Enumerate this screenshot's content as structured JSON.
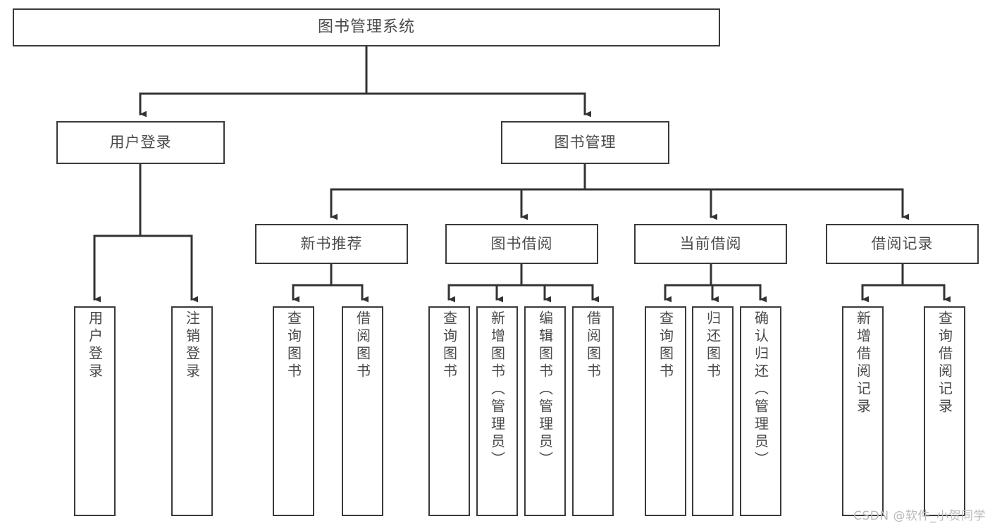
{
  "diagram": {
    "title": "图书管理系统",
    "type": "tree-hierarchy-chart",
    "watermark": "CSDN @软件_小贺同学",
    "colors": {
      "background": "#ffffff",
      "box_border": "#3a3a3a",
      "box_fill": "#ffffff",
      "text": "#4a4a4a",
      "connector": "#333333",
      "watermark": "#b9b9b9"
    },
    "root": {
      "label": "图书管理系统"
    },
    "level2": [
      {
        "label": "用户登录"
      },
      {
        "label": "图书管理"
      }
    ],
    "level3": [
      {
        "label": "新书推荐"
      },
      {
        "label": "图书借阅"
      },
      {
        "label": "当前借阅"
      },
      {
        "label": "借阅记录"
      }
    ],
    "leaves": {
      "user_login": [
        {
          "label": "用户登录"
        },
        {
          "label": "注销登录"
        }
      ],
      "new_book_recommend": [
        {
          "label": "查询图书"
        },
        {
          "label": "借阅图书"
        }
      ],
      "book_borrow": [
        {
          "label": "查询图书"
        },
        {
          "label": "新增图书（管理员）"
        },
        {
          "label": "编辑图书（管理员）"
        },
        {
          "label": "借阅图书"
        }
      ],
      "current_borrow": [
        {
          "label": "查询图书"
        },
        {
          "label": "归还图书"
        },
        {
          "label": "确认归还（管理员）"
        }
      ],
      "borrow_record": [
        {
          "label": "新增借阅记录"
        },
        {
          "label": "查询借阅记录"
        }
      ]
    }
  }
}
